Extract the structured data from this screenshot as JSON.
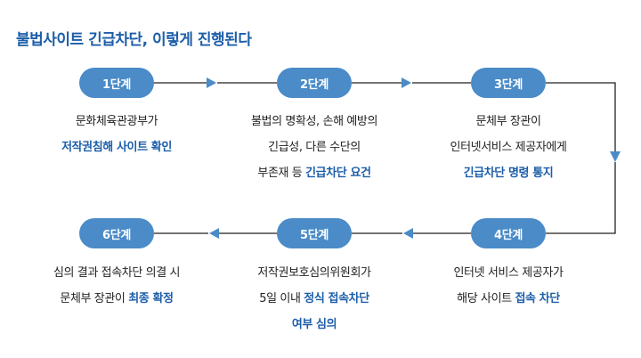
{
  "title": "불법사이트 긴급차단, 이렇게 진행된다",
  "colors": {
    "accent": "#4a8bc8",
    "highlight": "#1d5ea9",
    "connector": "#222222"
  },
  "steps": [
    {
      "label": "1단계",
      "lines": [
        {
          "plain": "문화체육관광부가",
          "bold": ""
        },
        {
          "plain": "",
          "bold": "저작권침해 사이트 확인"
        }
      ]
    },
    {
      "label": "2단계",
      "lines": [
        {
          "plain": "불법의 명확성, 손해 예방의",
          "bold": ""
        },
        {
          "plain": "긴급성, 다른 수단의",
          "bold": ""
        },
        {
          "plain": "부존재 등 ",
          "bold": "긴급차단 요건"
        }
      ]
    },
    {
      "label": "3단계",
      "lines": [
        {
          "plain": "문체부 장관이",
          "bold": ""
        },
        {
          "plain": "인터넷서비스 제공자에게",
          "bold": ""
        },
        {
          "plain": "",
          "bold": "긴급차단 명령 통지"
        }
      ]
    },
    {
      "label": "4단계",
      "lines": [
        {
          "plain": "인터넷 서비스 제공자가",
          "bold": ""
        },
        {
          "plain": "해당 사이트 ",
          "bold": "접속 차단"
        }
      ]
    },
    {
      "label": "5단계",
      "lines": [
        {
          "plain": "저작권보호심의위원회가",
          "bold": ""
        },
        {
          "plain": "5일 이내 ",
          "bold": "정식 접속차단"
        },
        {
          "plain": "",
          "bold": "여부 심의"
        }
      ]
    },
    {
      "label": "6단계",
      "lines": [
        {
          "plain": "심의 결과 접속차단 의결 시",
          "bold": ""
        },
        {
          "plain": "문체부 장관이 ",
          "bold": "최종 확정"
        }
      ]
    }
  ]
}
